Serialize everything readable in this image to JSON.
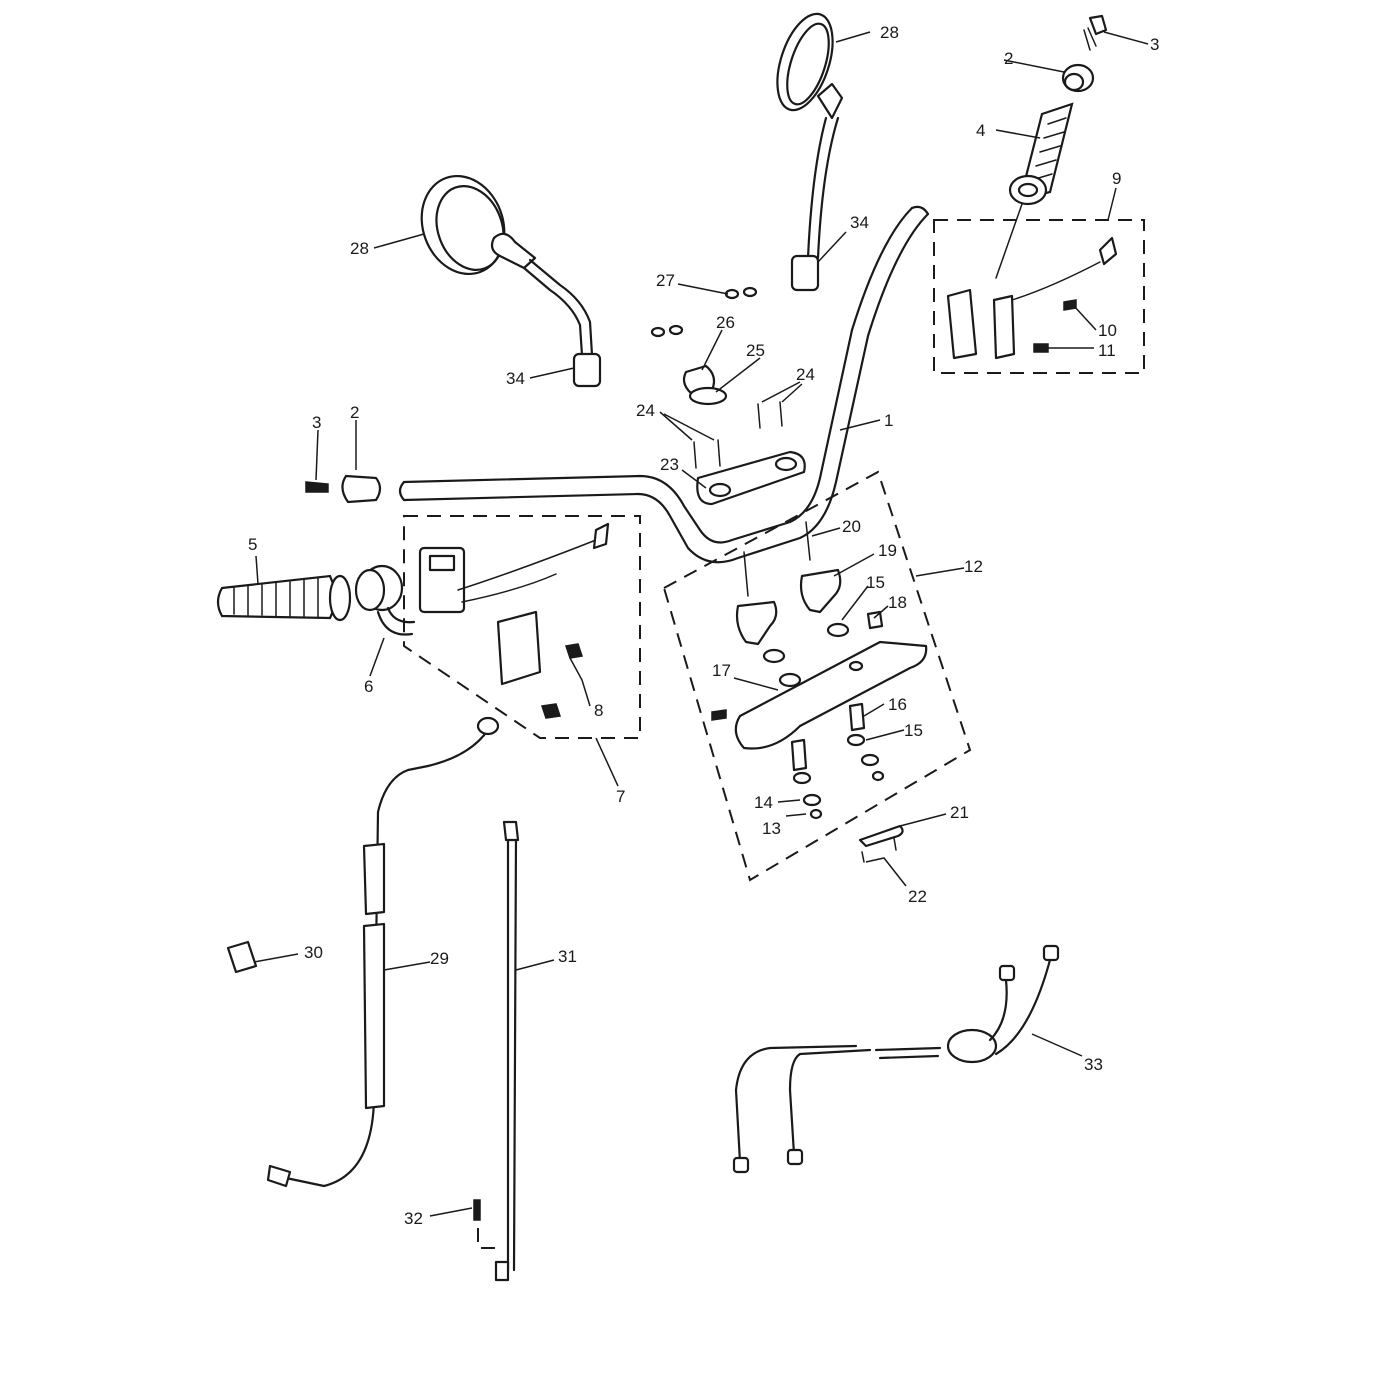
{
  "callouts": [
    {
      "id": "c1",
      "label": "1"
    },
    {
      "id": "c2a",
      "label": "2"
    },
    {
      "id": "c2b",
      "label": "2"
    },
    {
      "id": "c3a",
      "label": "3"
    },
    {
      "id": "c3b",
      "label": "3"
    },
    {
      "id": "c4",
      "label": "4"
    },
    {
      "id": "c5",
      "label": "5"
    },
    {
      "id": "c6",
      "label": "6"
    },
    {
      "id": "c7",
      "label": "7"
    },
    {
      "id": "c8",
      "label": "8"
    },
    {
      "id": "c9",
      "label": "9"
    },
    {
      "id": "c10",
      "label": "10"
    },
    {
      "id": "c11",
      "label": "11"
    },
    {
      "id": "c12",
      "label": "12"
    },
    {
      "id": "c13",
      "label": "13"
    },
    {
      "id": "c14",
      "label": "14"
    },
    {
      "id": "c15a",
      "label": "15"
    },
    {
      "id": "c15b",
      "label": "15"
    },
    {
      "id": "c16",
      "label": "16"
    },
    {
      "id": "c17",
      "label": "17"
    },
    {
      "id": "c18",
      "label": "18"
    },
    {
      "id": "c19",
      "label": "19"
    },
    {
      "id": "c20",
      "label": "20"
    },
    {
      "id": "c21",
      "label": "21"
    },
    {
      "id": "c22",
      "label": "22"
    },
    {
      "id": "c23",
      "label": "23"
    },
    {
      "id": "c24a",
      "label": "24"
    },
    {
      "id": "c24b",
      "label": "24"
    },
    {
      "id": "c25",
      "label": "25"
    },
    {
      "id": "c26",
      "label": "26"
    },
    {
      "id": "c27",
      "label": "27"
    },
    {
      "id": "c28a",
      "label": "28"
    },
    {
      "id": "c28b",
      "label": "28"
    },
    {
      "id": "c29",
      "label": "29"
    },
    {
      "id": "c30",
      "label": "30"
    },
    {
      "id": "c31",
      "label": "31"
    },
    {
      "id": "c32",
      "label": "32"
    },
    {
      "id": "c33",
      "label": "33"
    },
    {
      "id": "c34a",
      "label": "34"
    },
    {
      "id": "c34b",
      "label": "34"
    }
  ]
}
